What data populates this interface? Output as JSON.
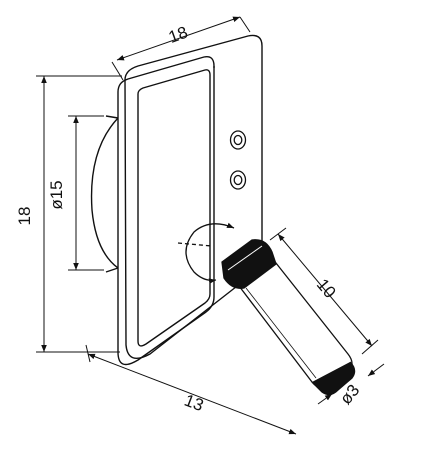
{
  "dimensions": {
    "top_width": "18",
    "height": "18",
    "base_diameter": "ø15",
    "arm_length": "10",
    "bottom_depth": "13",
    "arm_diameter": "ø3"
  },
  "colors": {
    "line": "#111111",
    "background": "#ffffff"
  }
}
